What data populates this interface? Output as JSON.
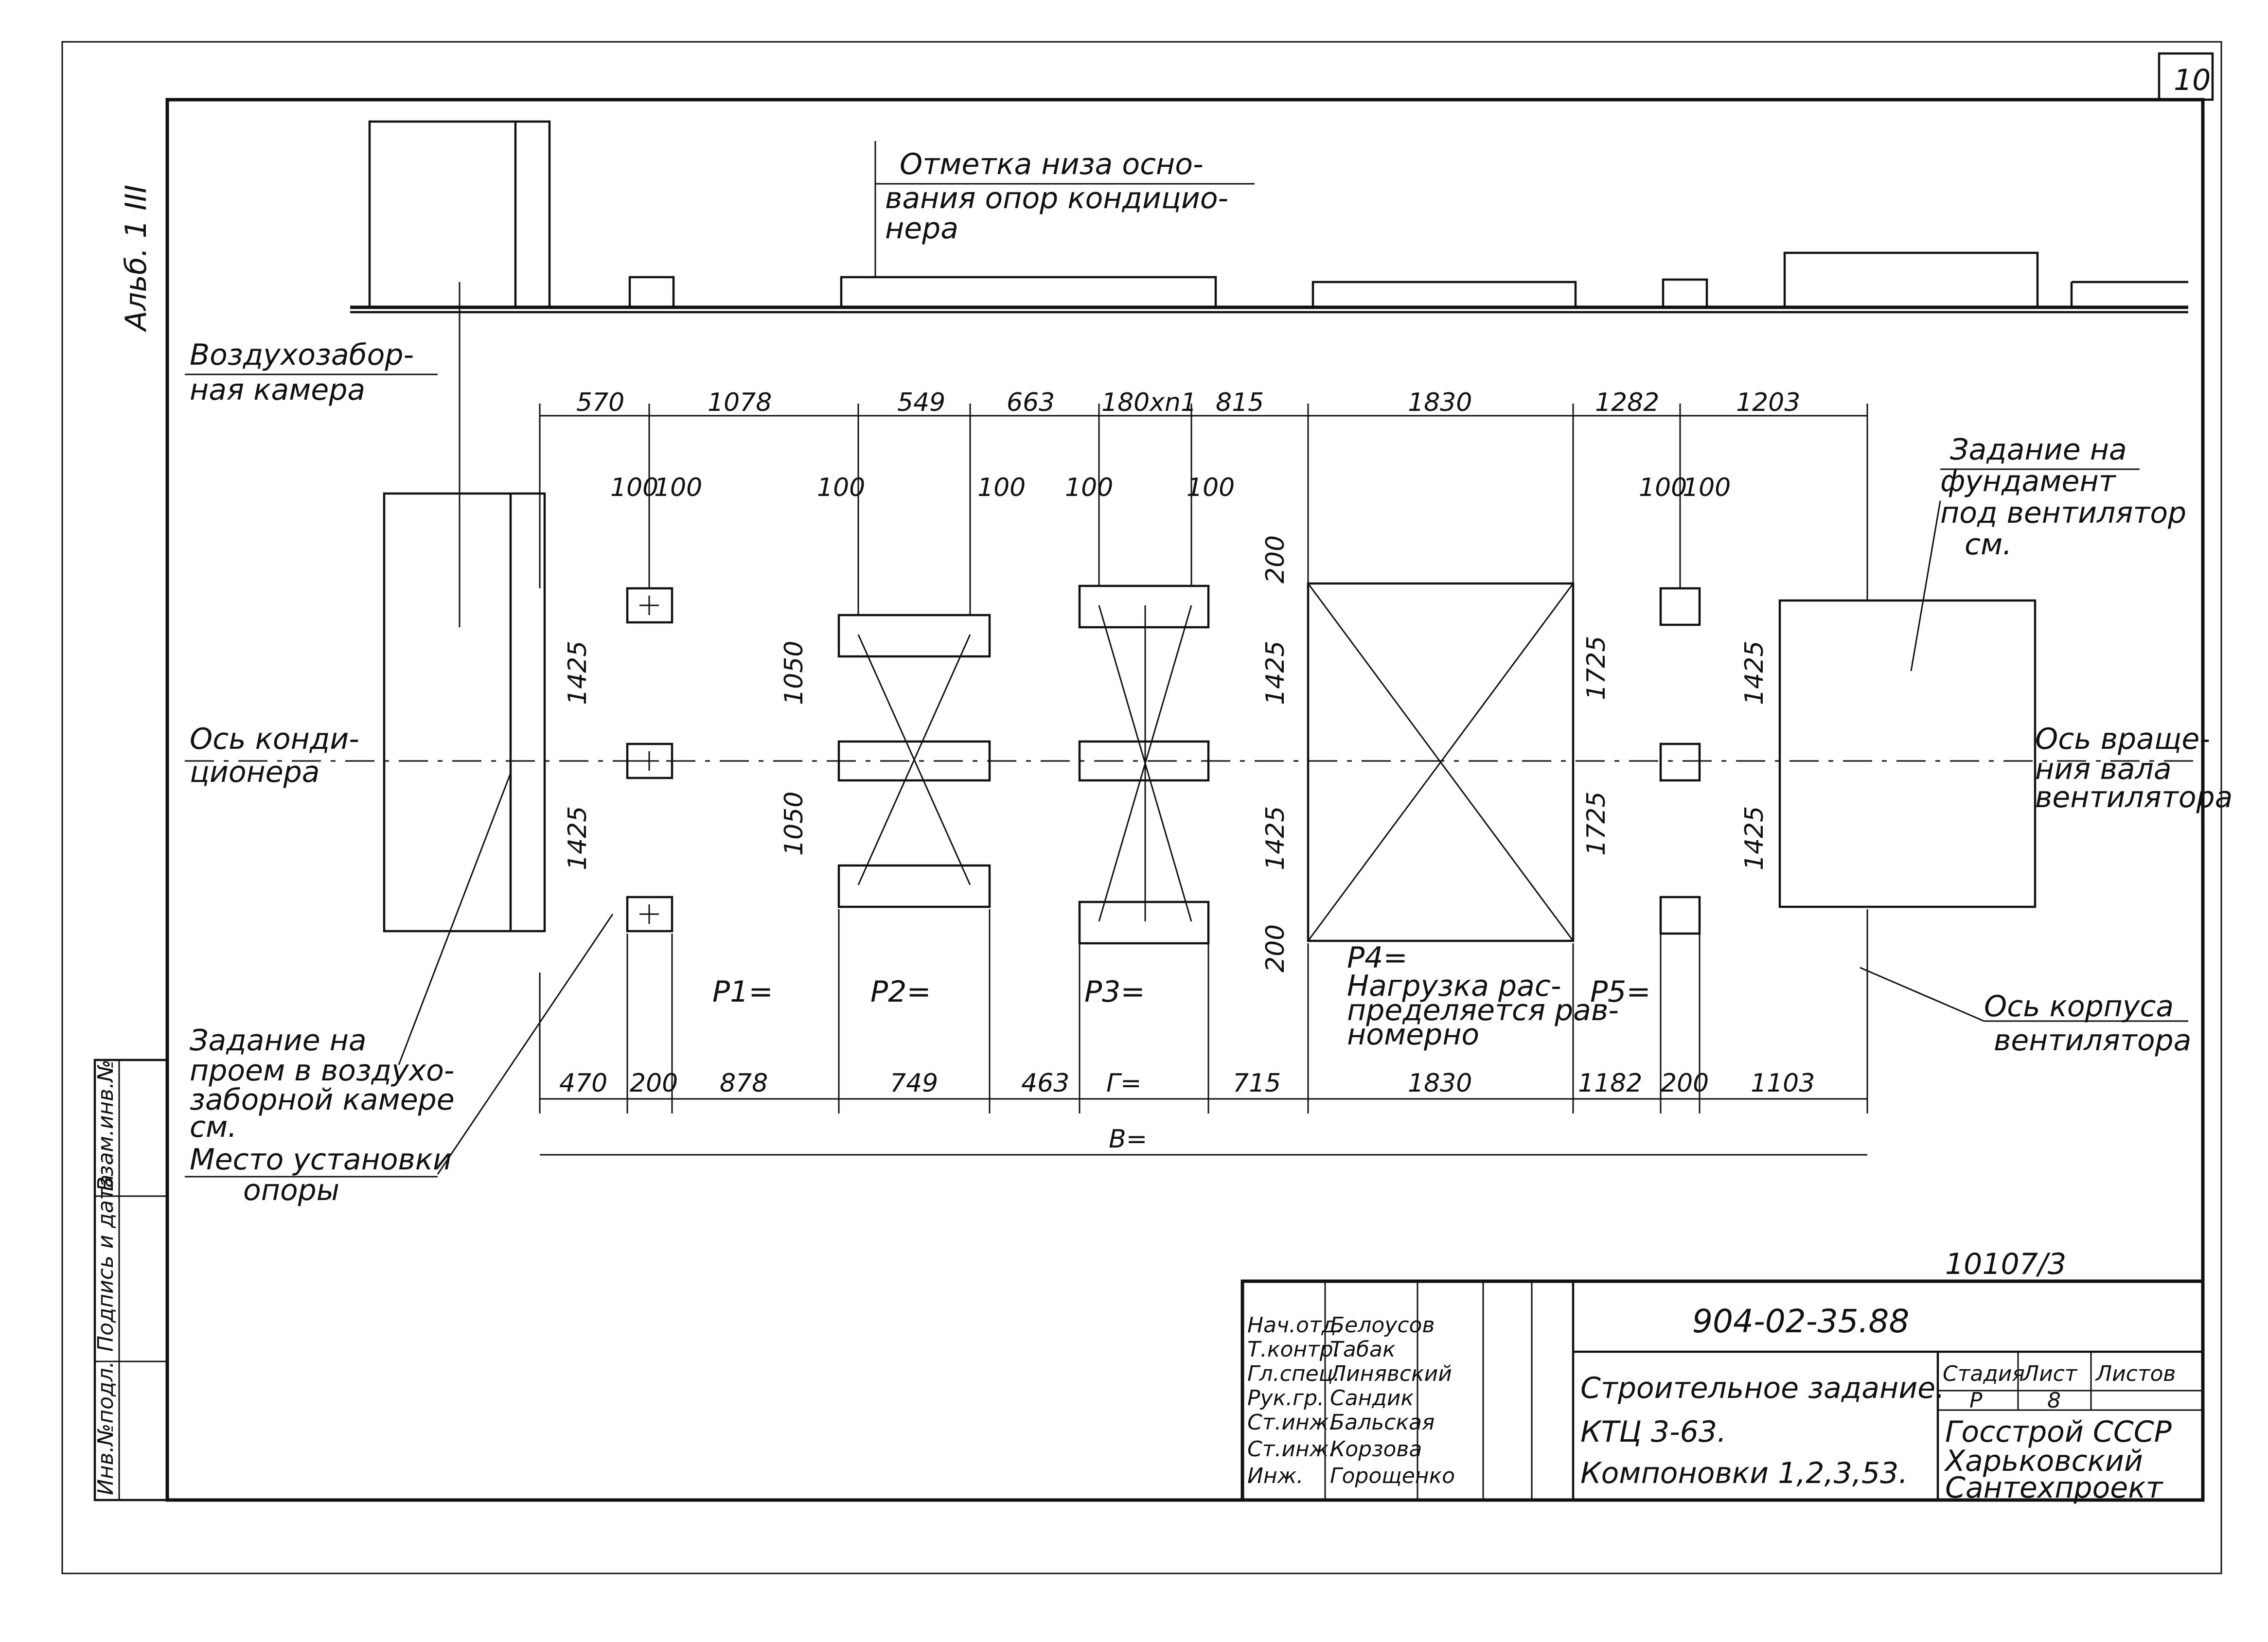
{
  "sheet_number": "10",
  "side_stamp": "Альб. 1 III",
  "labels": {
    "base_mark": [
      "Отметка низа осно-",
      "вания опор кондицио-",
      "нера"
    ],
    "intake_chamber": [
      "Воздухозабор-",
      "ная камера"
    ],
    "conditioner_axis": [
      "Ось конди-",
      "ционера"
    ],
    "opening_task": [
      "Задание на",
      "проем в воздухо-",
      "заборной камере",
      "см."
    ],
    "support_place": [
      "Место установки",
      "опоры"
    ],
    "fan_foundation": [
      "Задание на",
      "фундамент",
      "под вентилятор",
      "см."
    ],
    "fan_shaft_axis": [
      "Ось враще-",
      "ния вала",
      "вентилятора"
    ],
    "fan_casing_axis": [
      "Ось корпуса",
      "вентилятора"
    ],
    "load_note": [
      "Нагрузка рас-",
      "пределяется рав-",
      "номерно"
    ]
  },
  "loads": {
    "p1": "P1=",
    "p2": "P2=",
    "p3": "P3=",
    "p4": "P4=",
    "p5": "P5="
  },
  "dims_top": [
    "570",
    "1078",
    "549",
    "663",
    "180xn1",
    "815",
    "1830",
    "1282",
    "1203"
  ],
  "dims_bottom": [
    "470",
    "200",
    "878",
    "749",
    "463",
    "Г=",
    "715",
    "1830",
    "1182",
    "200",
    "1103"
  ],
  "dim_total": "B=",
  "dims_small": {
    "h100": "100",
    "h200": "200",
    "v100": "100",
    "v200": "200",
    "v1425": "1425",
    "v1050": "1050",
    "v1725": "1725"
  },
  "doc_code_small": "10107/3",
  "title_block": {
    "doc_number": "904-02-35.88",
    "title_lines": [
      "Строительное задание.",
      "КТЦ 3-63.",
      "Компоновки 1,2,3,53."
    ],
    "stage_header": "Стадия",
    "sheet_header": "Лист",
    "sheets_header": "Листов",
    "stage_value": "Р",
    "sheet_value": "8",
    "org_lines": [
      "Госстрой СССР",
      "Харьковский",
      "Сантехпроект"
    ],
    "staff": [
      {
        "role": "Нач.отд.",
        "name": "Белоусов"
      },
      {
        "role": "Т.контр.",
        "name": "Табак"
      },
      {
        "role": "Гл.спец.",
        "name": "Линявский"
      },
      {
        "role": "Рук.гр.",
        "name": "Сандик"
      },
      {
        "role": "Ст.инж.",
        "name": "Бальская"
      },
      {
        "role": "Ст.инж.",
        "name": "Корзова"
      },
      {
        "role": "Инж.",
        "name": "Горощенко"
      }
    ]
  },
  "side_table": [
    "Инв.№подл.",
    "Подпись и дата",
    "Взам.инв.№"
  ]
}
